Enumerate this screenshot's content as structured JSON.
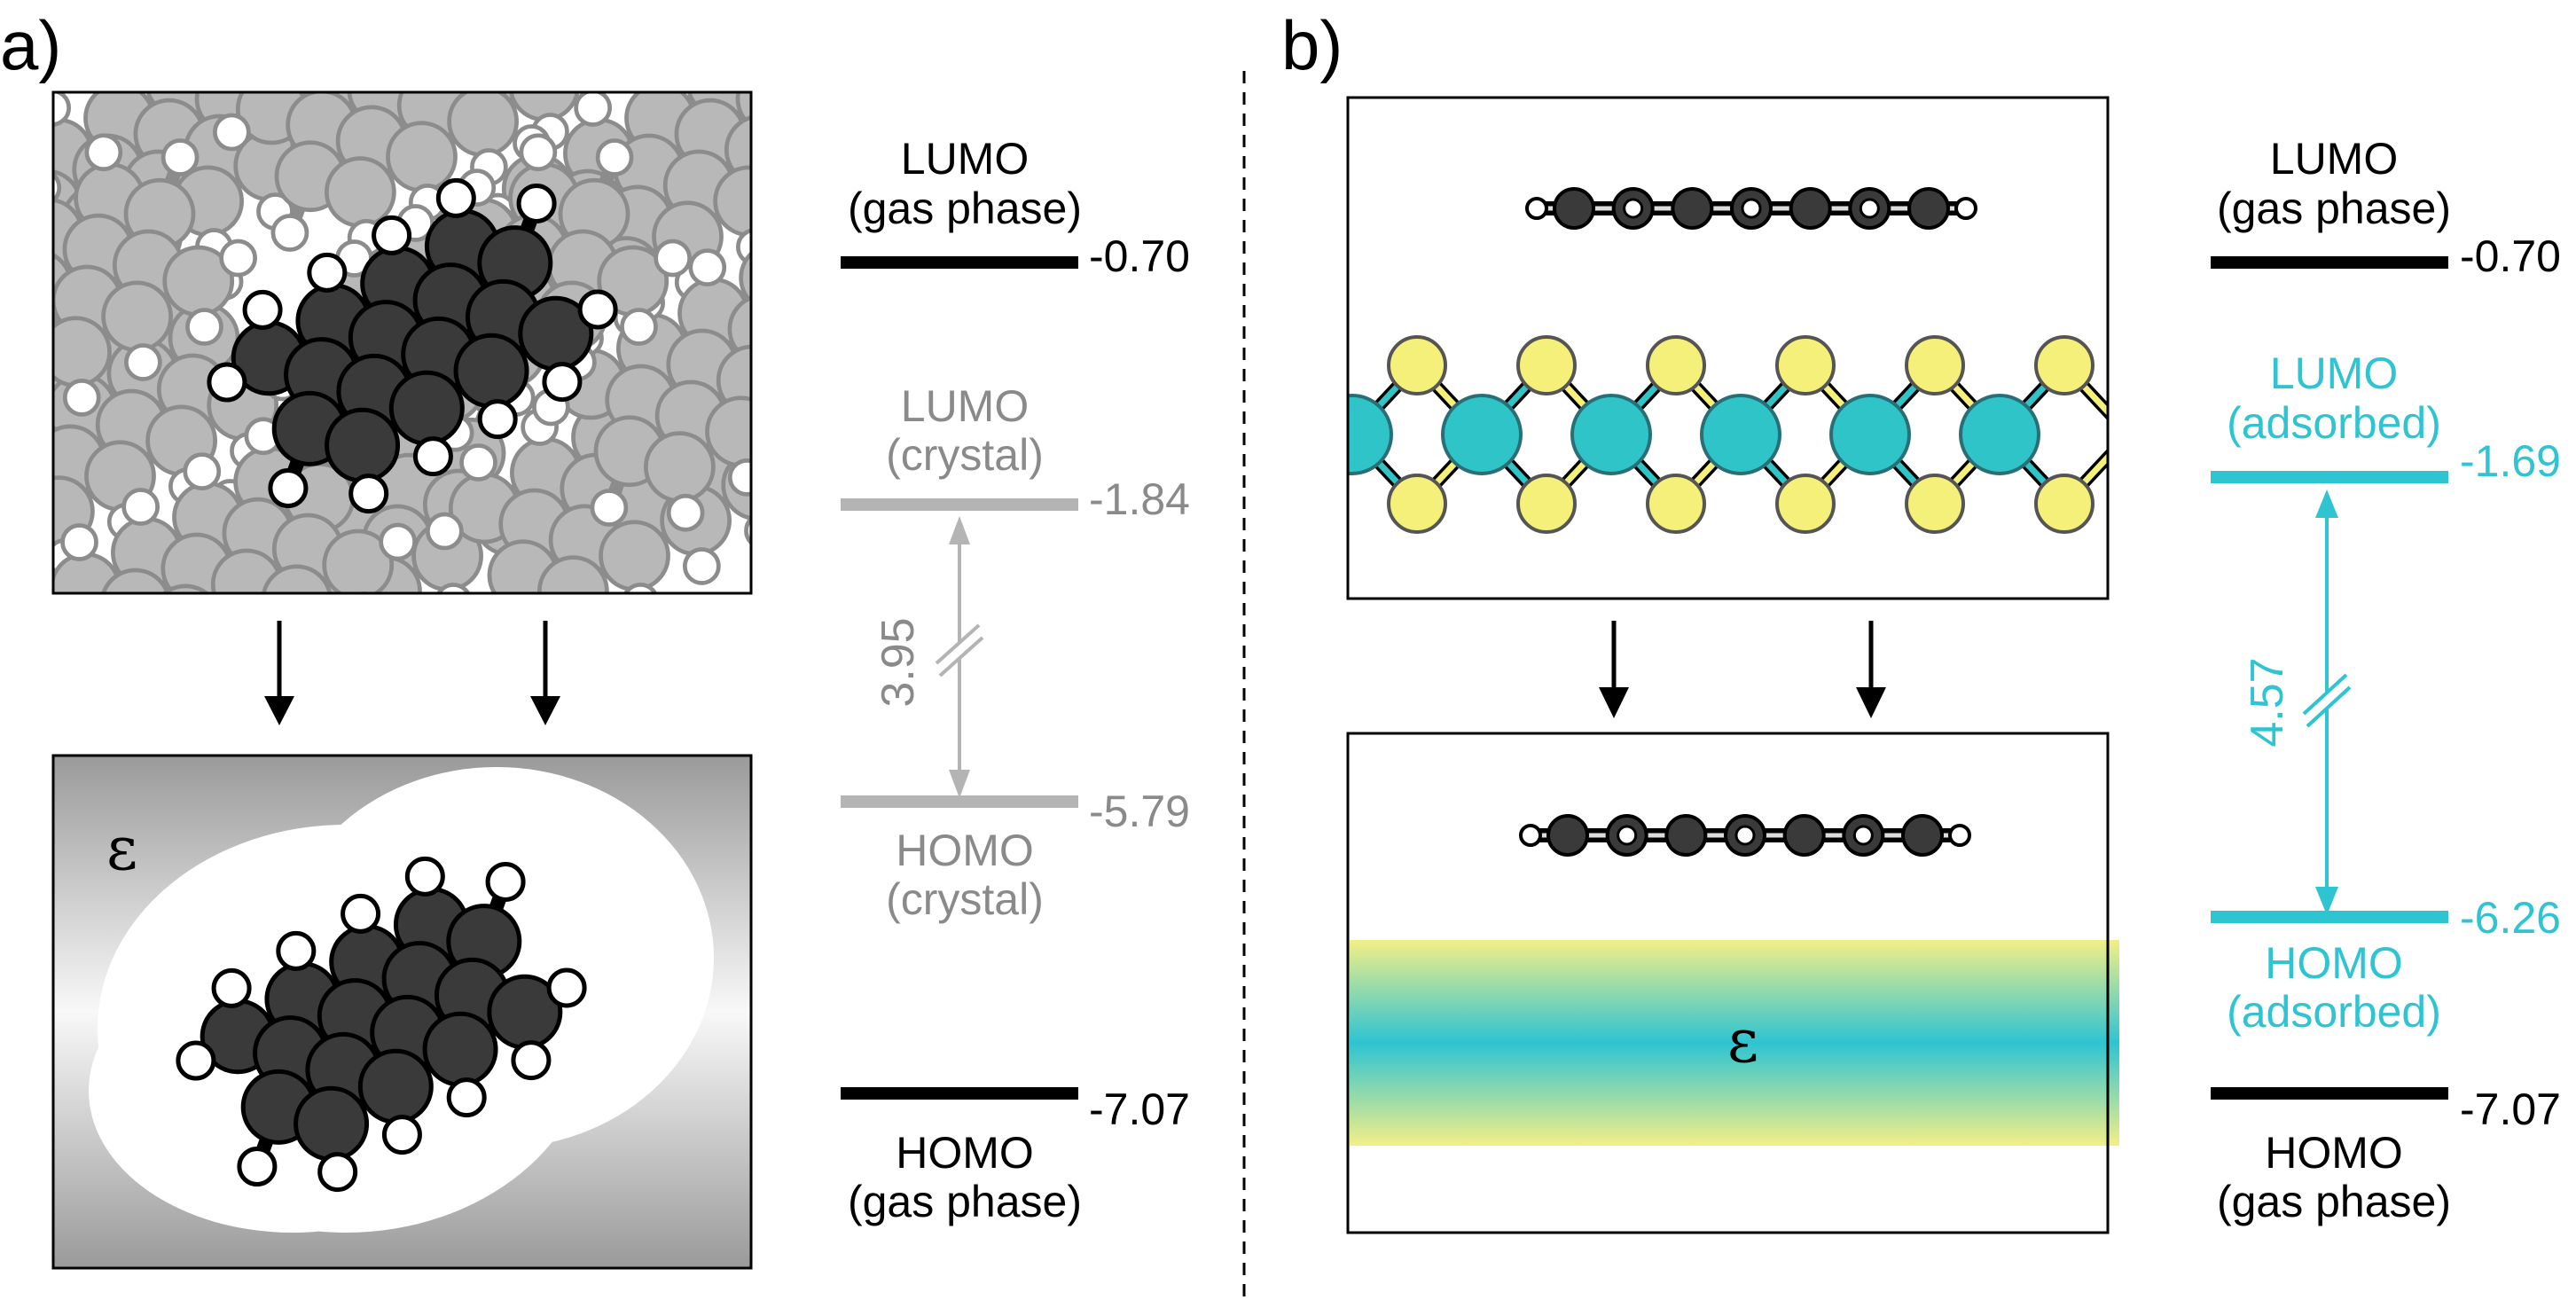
{
  "panel_a": {
    "label": "a)",
    "epsilon": "ε",
    "levels": {
      "lumo_gas": {
        "title": "LUMO",
        "subtitle": "(gas phase)",
        "value": "-0.70"
      },
      "lumo_crystal": {
        "title": "LUMO",
        "subtitle": "(crystal)",
        "value": "-1.84"
      },
      "homo_crystal": {
        "title": "HOMO",
        "subtitle": "(crystal)",
        "value": "-5.79"
      },
      "homo_gas": {
        "title": "HOMO",
        "subtitle": "(gas phase)",
        "value": "-7.07"
      }
    },
    "gap": "3.95"
  },
  "panel_b": {
    "label": "b)",
    "epsilon": "ε",
    "levels": {
      "lumo_gas": {
        "title": "LUMO",
        "subtitle": "(gas phase)",
        "value": "-0.70"
      },
      "lumo_adsorbed": {
        "title": "LUMO",
        "subtitle": "(adsorbed)",
        "value": "-1.69"
      },
      "homo_adsorbed": {
        "title": "HOMO",
        "subtitle": "(adsorbed)",
        "value": "-6.26"
      },
      "homo_gas": {
        "title": "HOMO",
        "subtitle": "(gas phase)",
        "value": "-7.07"
      }
    },
    "gap": "4.57"
  },
  "colors": {
    "black": "#000000",
    "crystal_gray": "#b4b4b4",
    "crystal_text": "#8a8a8a",
    "adsorbed_cyan": "#2ec4d2",
    "carbon": "#3a3a3a",
    "sulfur": "#f5f07a",
    "metal": "#2ec4c8"
  }
}
